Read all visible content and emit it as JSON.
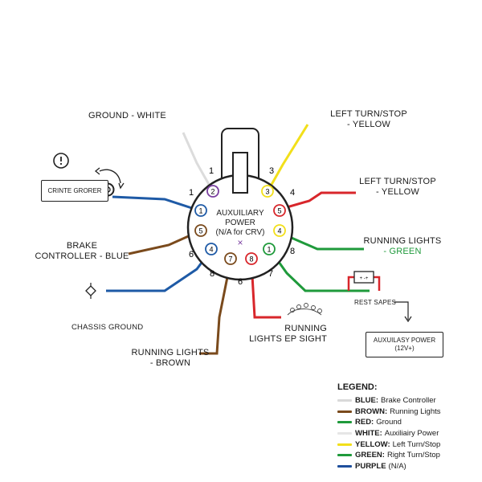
{
  "connector": {
    "center_line1": "AUXUILIARY",
    "center_line2": "POWER",
    "center_line3": "(N/A for CRV)",
    "center_mark": "×",
    "pin_numbers": [
      "2",
      "3",
      "1",
      "5",
      "5",
      "4",
      "4",
      "7",
      "8",
      "1"
    ],
    "outer_numbers": [
      "1",
      "3",
      "1",
      "4",
      "6",
      "8",
      "8",
      "6",
      "7"
    ]
  },
  "labels": {
    "ground_white": "GROUND - WHITE",
    "left_turn_top_1": "LEFT TURN/STOP",
    "left_turn_top_2": "- YELLOW",
    "left_turn_mid_1": "LEFT TURN/STOP",
    "left_turn_mid_2": "- YELLOW",
    "running_green_1": "RUNNING LIGHTS",
    "running_green_2": "- GREEN",
    "brake_1": "BRAKE",
    "brake_2": "CONTROLLER - BLUE",
    "chassis": "CHASSIS GROUND",
    "running_brown_1": "RUNNING LIGHTS",
    "running_brown_2": "- BROWN",
    "running_ep_1": "RUNNING",
    "running_ep_2": "LIGHTS EP SIGHT",
    "rest_sapes": "REST SAPES",
    "aux_box_1": "AUXUILASY POWER",
    "aux_box_2": "(12V+)",
    "crinte_box": "CRINTE GRORER",
    "battery_plus": "+ -+"
  },
  "legend": {
    "title": "LEGEND:",
    "items": [
      {
        "key": "BLUE:",
        "desc": "Brake Controller",
        "color": "#d9d9d9"
      },
      {
        "key": "BROWN:",
        "desc": "Running Lights",
        "color": "#7a4a1c"
      },
      {
        "key": "RED:",
        "desc": "Ground",
        "color": "#1f9a3b"
      },
      {
        "key": "WHITE:",
        "desc": "Auxiliairy Power",
        "color": "#e6e6e6"
      },
      {
        "key": "YELLOW:",
        "desc": "Left Turn/Stop",
        "color": "#f2df1a"
      },
      {
        "key": "GREEN:",
        "desc": "Right Turn/Stop",
        "color": "#1f9a3b"
      },
      {
        "key": "PURPLE",
        "desc": "(N/A)",
        "color": "#1e4f9c"
      }
    ]
  },
  "colors": {
    "white_wire": "#dcdcdc",
    "yellow_wire": "#f2df1a",
    "red_wire": "#d8262b",
    "green_wire": "#1f9a3b",
    "blue_wire": "#1e5aa6",
    "brown_wire": "#7a4a1c",
    "purple_pin": "#7a3fa0"
  }
}
